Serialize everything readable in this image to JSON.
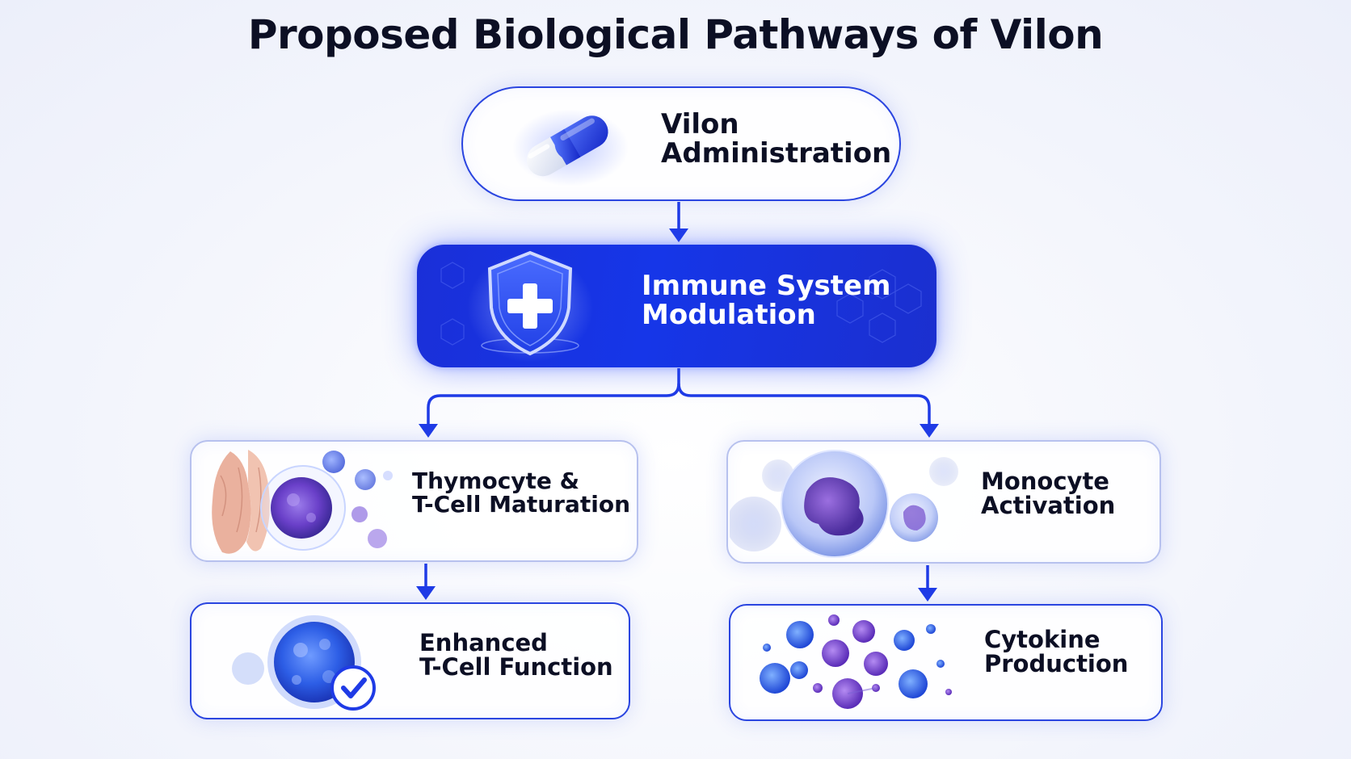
{
  "title": "Proposed Biological Pathways of Vilon",
  "nodes": {
    "administration": {
      "line1": "Vilon",
      "line2": "Administration",
      "icon": "capsule-icon"
    },
    "immune": {
      "line1": "Immune System",
      "line2": "Modulation",
      "icon": "shield-plus-icon"
    },
    "thymocyte": {
      "line1": "Thymocyte &",
      "line2": "T-Cell Maturation",
      "icon": "thymus-cell-icon"
    },
    "monocyte": {
      "line1": "Monocyte",
      "line2": "Activation",
      "icon": "monocyte-cell-icon"
    },
    "tcell": {
      "line1": "Enhanced",
      "line2": "T-Cell Function",
      "icon": "tcell-check-icon"
    },
    "cytokine": {
      "line1": "Cytokine",
      "line2": "Production",
      "icon": "cytokine-particles-icon"
    }
  },
  "edges": [
    {
      "from": "administration",
      "to": "immune"
    },
    {
      "from": "immune",
      "to": "thymocyte"
    },
    {
      "from": "immune",
      "to": "monocyte"
    },
    {
      "from": "thymocyte",
      "to": "tcell"
    },
    {
      "from": "monocyte",
      "to": "cytokine"
    }
  ],
  "colors": {
    "accent": "#1f3be6",
    "accent_dark": "#1a2fd8",
    "border_light": "#b7c1ee",
    "text": "#0c0f24",
    "cell_purple": "#6b3fc9",
    "cell_blue": "#2f63e8"
  }
}
